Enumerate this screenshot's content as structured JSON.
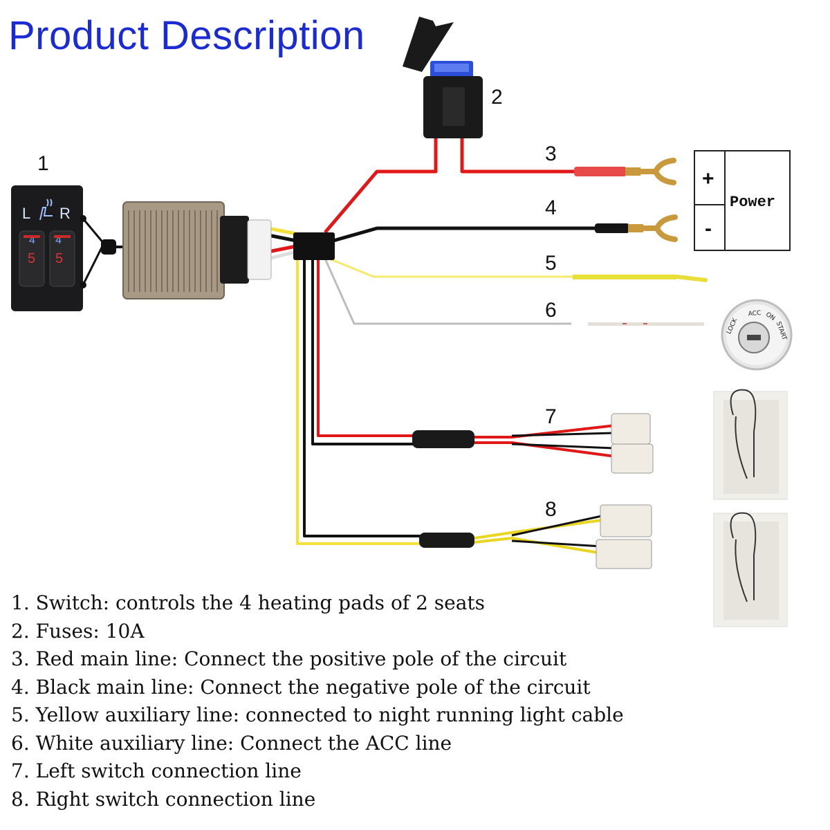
{
  "title": "Product Description",
  "labels": {
    "n1": "1",
    "n2": "2",
    "n3": "3",
    "n4": "4",
    "n5": "5",
    "n6": "6",
    "n7": "7",
    "n8": "8"
  },
  "power": {
    "label": "Power",
    "plus": "+",
    "minus": "-"
  },
  "switch": {
    "left": "L",
    "right": "R",
    "level_high": "4",
    "level_low": "5"
  },
  "ignition": {
    "lock": "LOCK",
    "acc": "ACC",
    "on": "ON",
    "start": "START"
  },
  "legend": [
    "1. Switch: controls the 4 heating pads of 2 seats",
    "2. Fuses: 10A",
    "3. Red main line: Connect the positive pole of the circuit",
    "4. Black main line: Connect the negative pole of the circuit",
    "5. Yellow auxiliary line: connected to night running light cable",
    "6. White auxiliary line: Connect the ACC line",
    "7. Left switch connection line",
    "8. Right switch connection line"
  ],
  "colors": {
    "title": "#1a2bd6",
    "red_wire": "#e01818",
    "black_wire": "#111111",
    "yellow_wire": "#f2e23a",
    "white_wire": "#bdbdbd",
    "fuse": "#2b4fd8"
  }
}
